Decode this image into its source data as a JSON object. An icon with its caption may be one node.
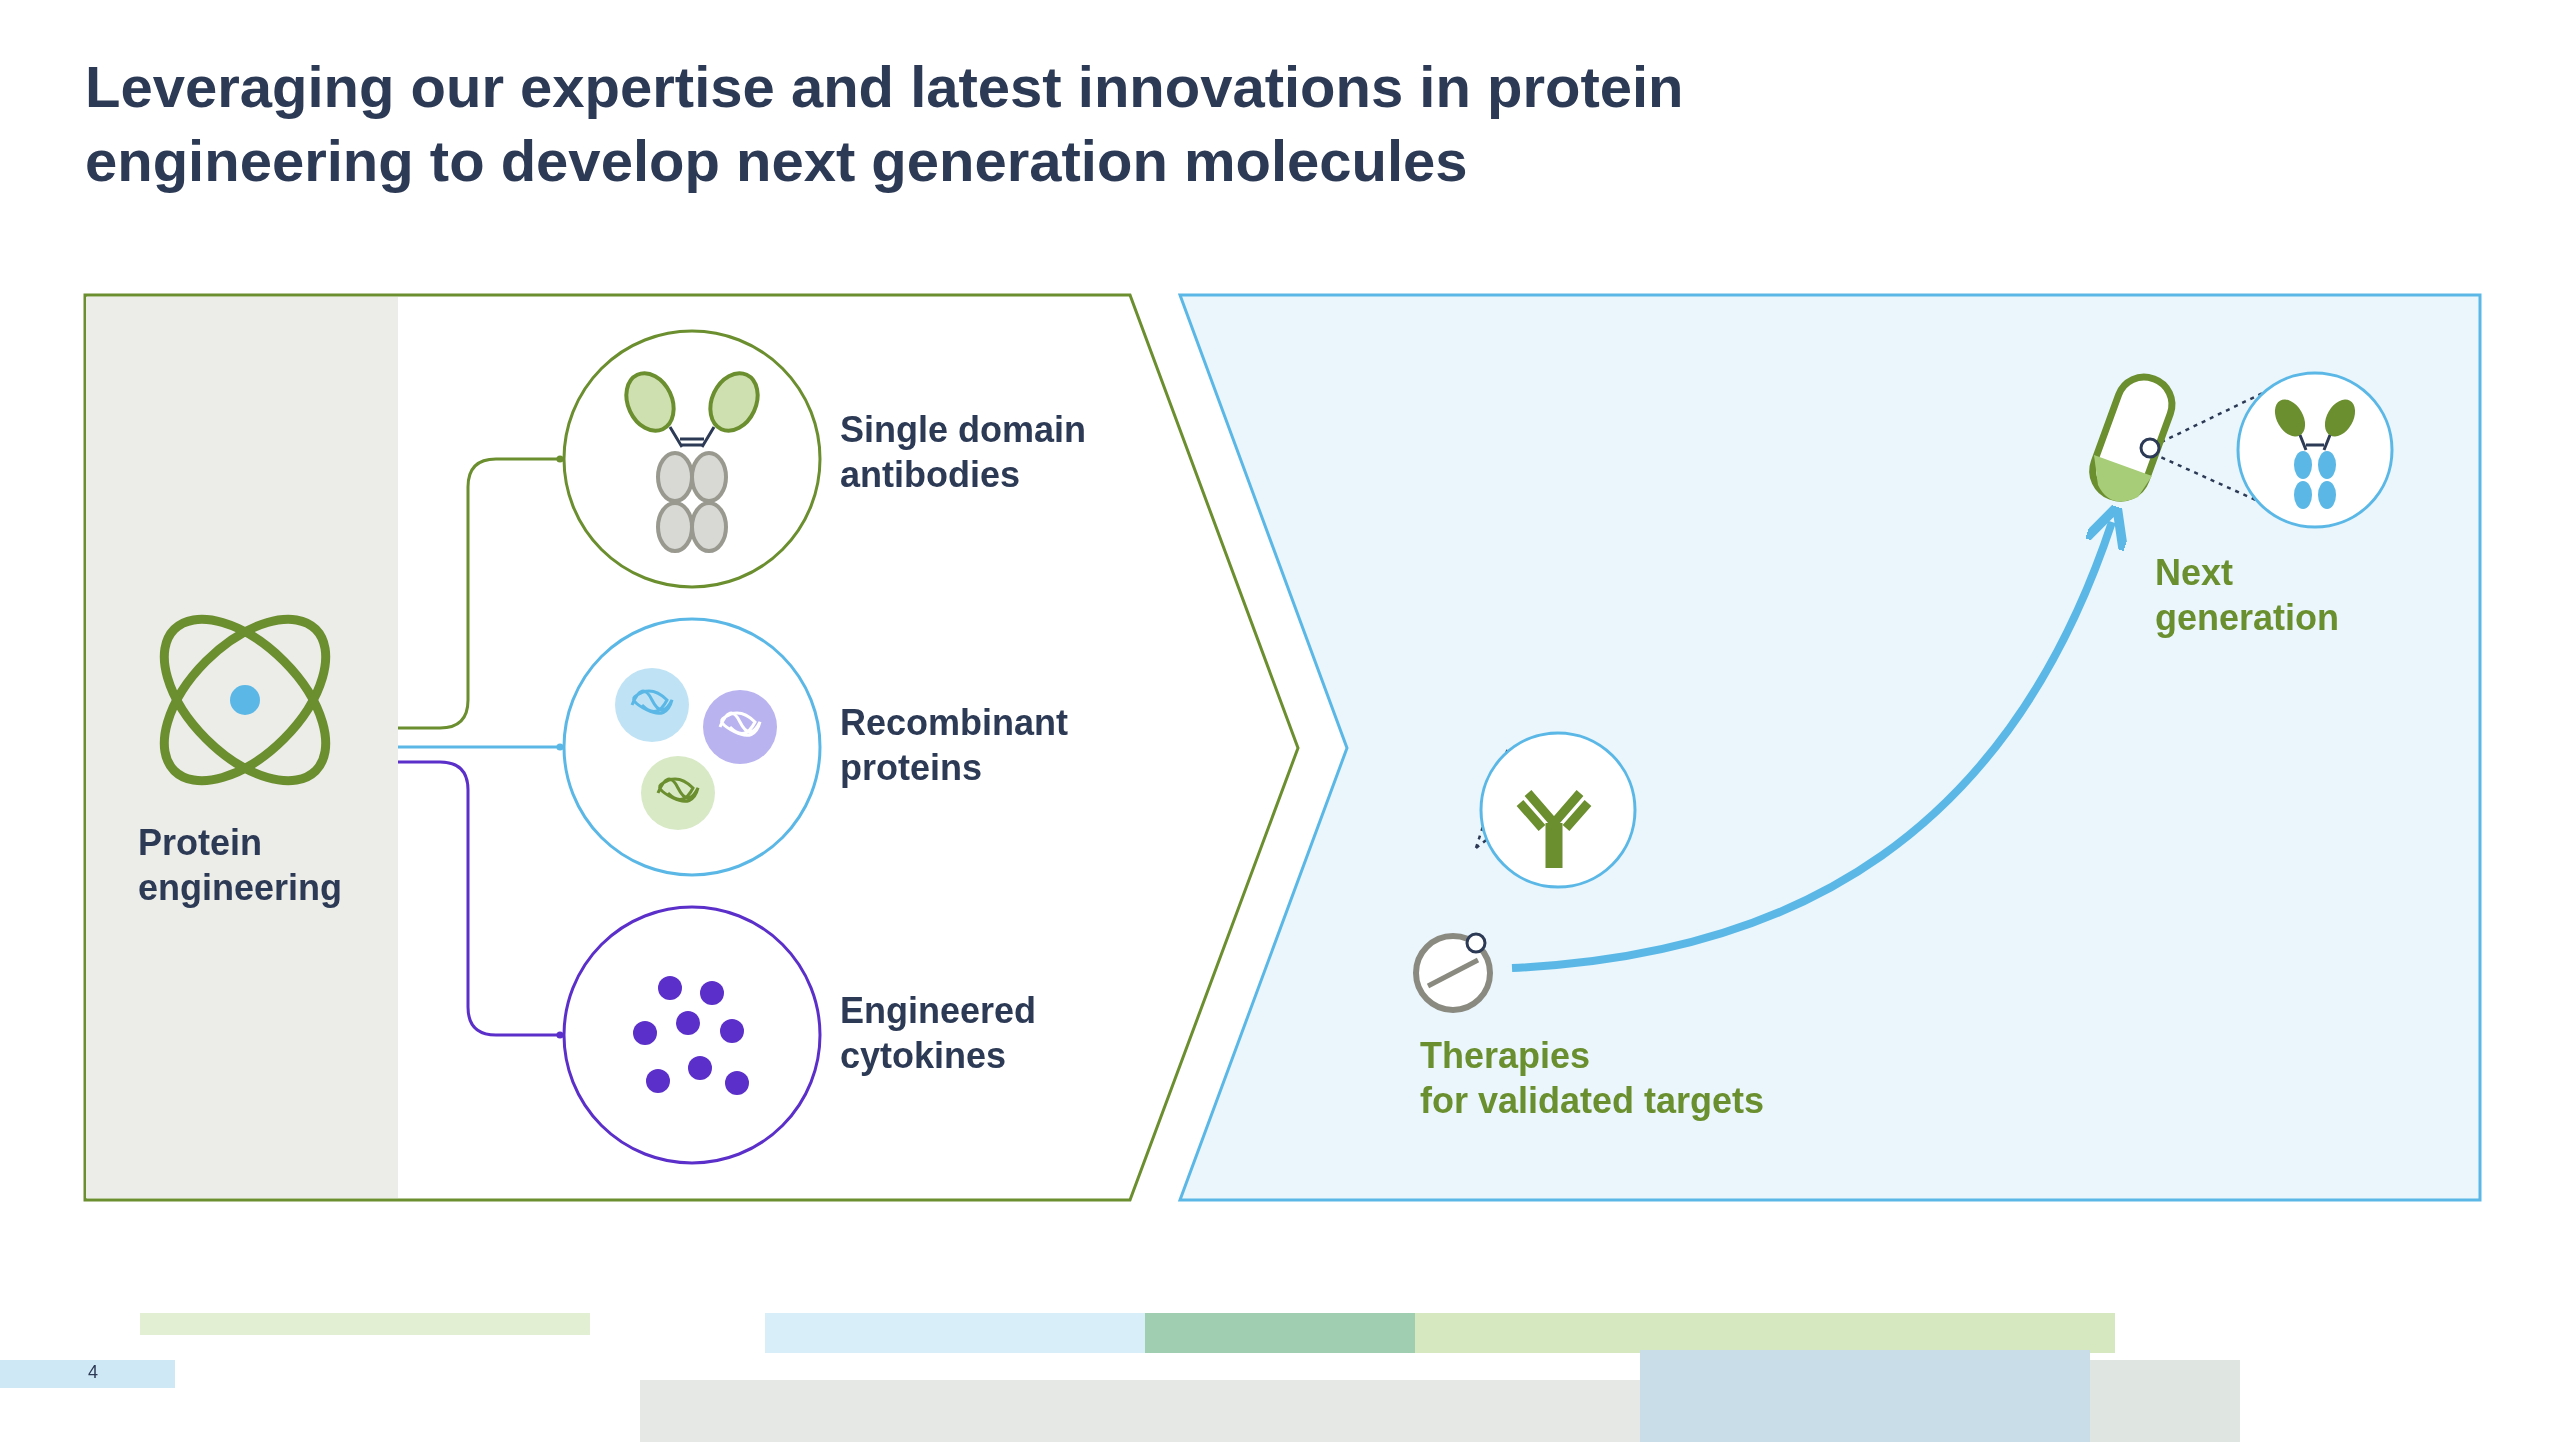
{
  "diagram": {
    "title": "Leveraging our expertise and latest innovations in protein engineering to develop next generation molecules",
    "nodes": [
      {
        "text": [
          "Protein engineering"
        ]
      },
      {
        "text": [
          "Single domain antibodies"
        ]
      },
      {
        "text": [
          "Recombinant proteins"
        ]
      },
      {
        "text": [
          "Engineered cytokines"
        ]
      },
      {
        "text": [
          "Therapies",
          "for validated targets"
        ]
      },
      {
        "text": [
          "Next generation"
        ]
      }
    ],
    "edges": [
      {
        "from": 0,
        "to": 1,
        "arrow": "other",
        "color": "#6b8e2f"
      },
      {
        "from": 0,
        "to": 2,
        "arrow": "other",
        "color": "#5bb8e6"
      },
      {
        "from": 0,
        "to": 3,
        "arrow": "other",
        "color": "#5b2fc9"
      },
      {
        "from": 4,
        "to": 5,
        "arrow": "to",
        "style": "thick",
        "color": "#5bb8e6"
      }
    ],
    "labels": [
      "4"
    ]
  }
}
